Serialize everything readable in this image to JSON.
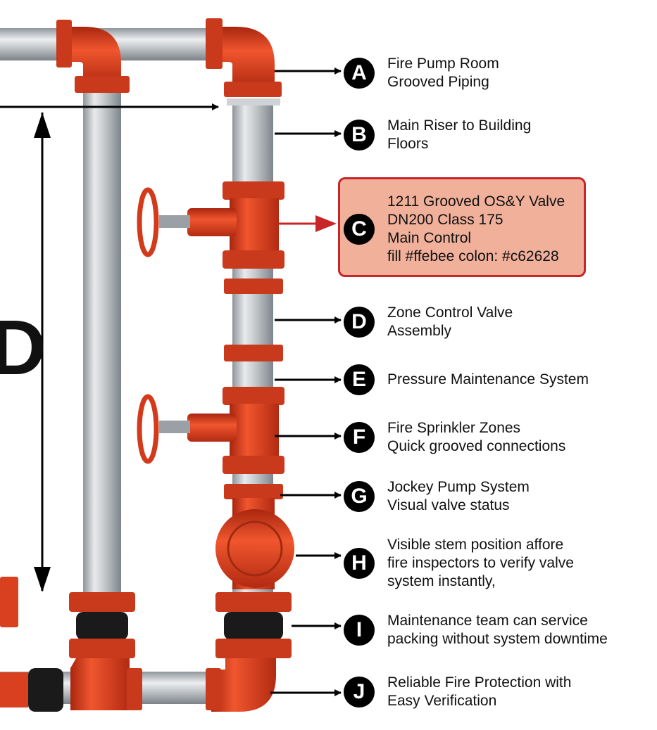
{
  "callouts": [
    {
      "letter": "A",
      "lines": [
        "Fire Pump Room",
        "Grooved Piping"
      ]
    },
    {
      "letter": "B",
      "lines": [
        "Main Riser to Building",
        "Floors"
      ]
    },
    {
      "letter": "C",
      "lines": [
        "1211 Grooved OS&Y Valve",
        "DN200 Class 175",
        "Main Control",
        "fill #ffebee colon: #c62628"
      ],
      "highlighted": true
    },
    {
      "letter": "D",
      "lines": [
        "Zone Control Valve",
        "Assembly"
      ]
    },
    {
      "letter": "E",
      "lines": [
        "Pressure Maintenance System"
      ]
    },
    {
      "letter": "F",
      "lines": [
        "Fire Sprinkler Zones",
        "Quick grooved connections"
      ]
    },
    {
      "letter": "G",
      "lines": [
        "Jockey Pump System",
        "Visual valve status"
      ]
    },
    {
      "letter": "H",
      "lines": [
        "Visible stem position affore",
        "fire inspectors to verify valve",
        "system instantly,"
      ]
    },
    {
      "letter": "I",
      "lines": [
        "Maintenance team can service",
        "packing without system downtime"
      ]
    },
    {
      "letter": "J",
      "lines": [
        "Reliable Fire Protection with",
        "Easy Verification"
      ]
    }
  ],
  "dimension_label": "D",
  "colors": {
    "pipe_red": "#e0401f",
    "pipe_silver": "#c8ccd0",
    "highlight_fill": "#f0b09a",
    "highlight_border": "#c62628",
    "arrow_red": "#c62628"
  }
}
